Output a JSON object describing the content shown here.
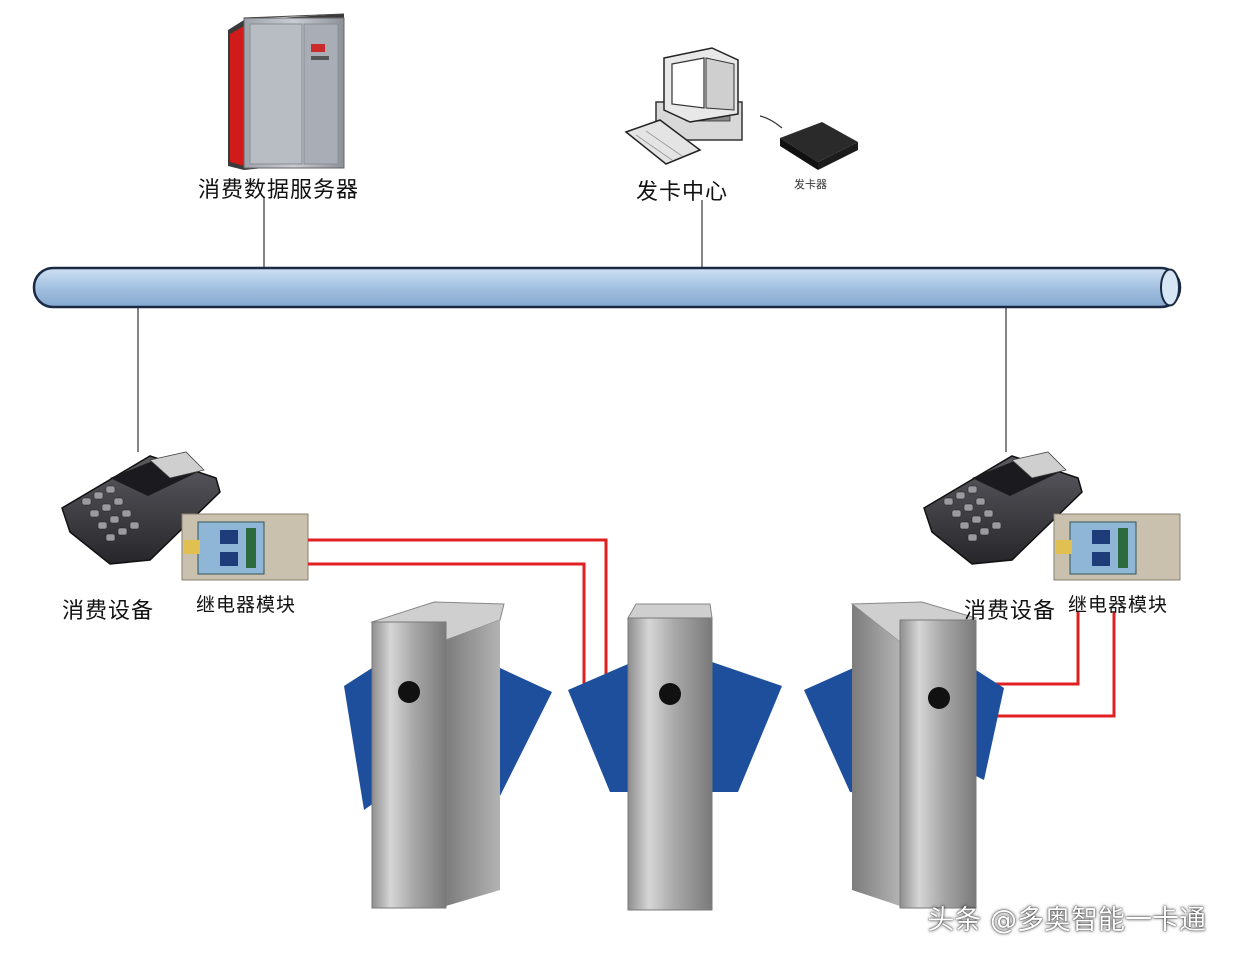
{
  "labels": {
    "server": "消费数据服务器",
    "card_center": "发卡中心",
    "card_issuer": "发卡器",
    "pos_left": "消费设备",
    "relay_left": "继电器模块",
    "pos_right": "消费设备",
    "relay_right": "继电器模块"
  },
  "watermark": "头条 @多奥智能一卡通",
  "colors": {
    "bus_fill": "#a8c6e4",
    "bus_stroke": "#1a2a44",
    "wire_red": "#e02020",
    "gate_steel": "#b9b9b9",
    "gate_wing": "#1e4f9c",
    "server_red": "#d11a1a"
  },
  "icons": {
    "server": "server-cabinet-icon",
    "pc": "desktop-computer-icon",
    "issuer": "card-reader-icon",
    "pos": "pos-terminal-icon",
    "relay": "relay-board-icon",
    "gate": "flap-barrier-gate-icon"
  }
}
